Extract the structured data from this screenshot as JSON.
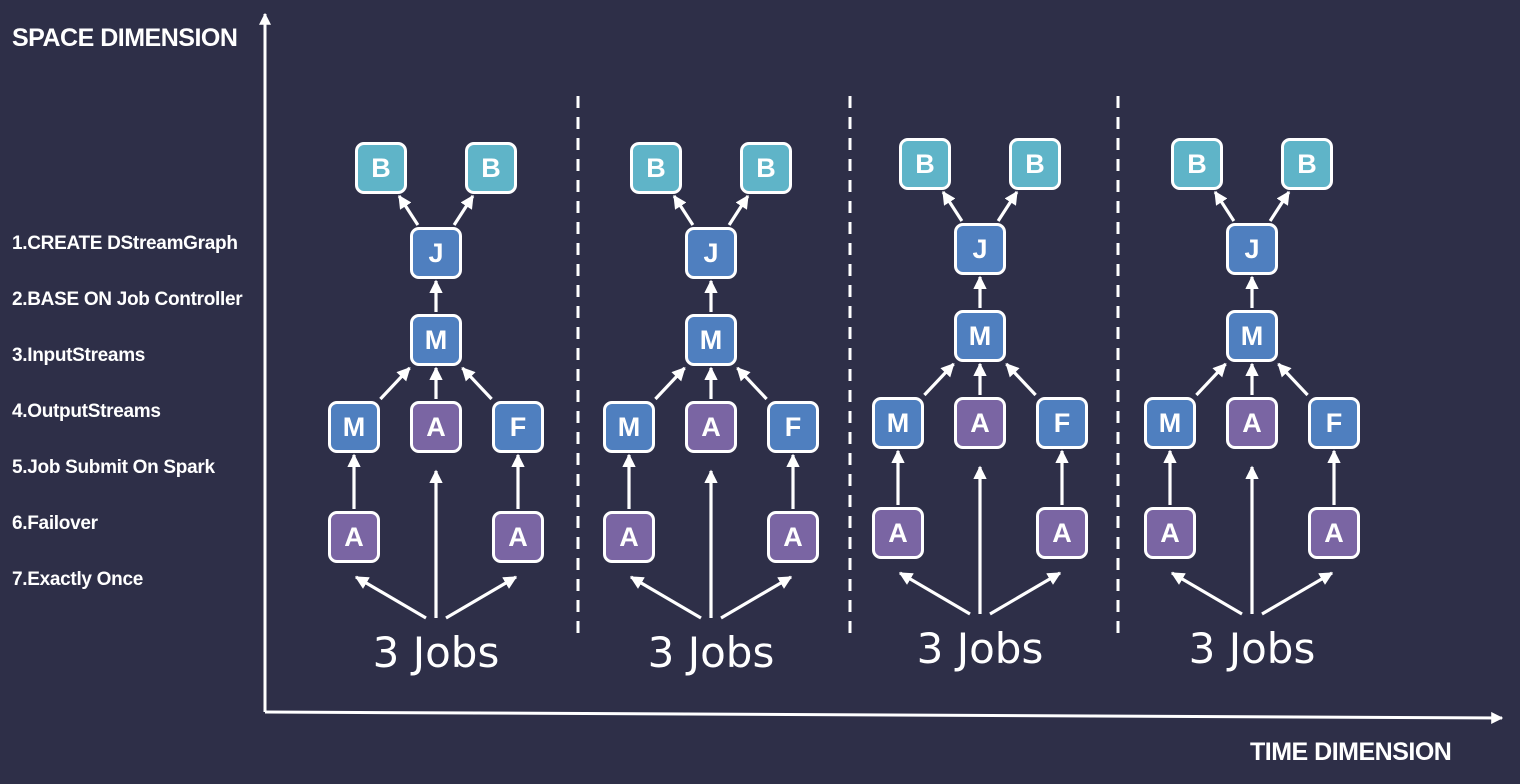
{
  "axes": {
    "space_label": "SPACE DIMENSION",
    "time_label": "TIME DIMENSION"
  },
  "steps": [
    "1.CREATE DStreamGraph",
    "2.BASE ON Job Controller",
    "3.InputStreams",
    "4.OutputStreams",
    "5.Job Submit On Spark",
    "6.Failover",
    "7.Exactly Once"
  ],
  "batches": [
    {
      "jobs_label": "3 Jobs"
    },
    {
      "jobs_label": "3 Jobs"
    },
    {
      "jobs_label": "3 Jobs"
    },
    {
      "jobs_label": "3 Jobs"
    }
  ],
  "node_template": [
    {
      "id": "b1",
      "letter": "B",
      "color": "teal"
    },
    {
      "id": "b2",
      "letter": "B",
      "color": "teal"
    },
    {
      "id": "j",
      "letter": "J",
      "color": "blue"
    },
    {
      "id": "m",
      "letter": "M",
      "color": "blue"
    },
    {
      "id": "m2",
      "letter": "M",
      "color": "blue"
    },
    {
      "id": "a2",
      "letter": "A",
      "color": "purple"
    },
    {
      "id": "f",
      "letter": "F",
      "color": "blue"
    },
    {
      "id": "a1",
      "letter": "A",
      "color": "purple"
    },
    {
      "id": "a3",
      "letter": "A",
      "color": "purple"
    }
  ],
  "edges": [
    [
      "j",
      "b1"
    ],
    [
      "j",
      "b2"
    ],
    [
      "m",
      "j"
    ],
    [
      "m2",
      "m"
    ],
    [
      "a2",
      "m"
    ],
    [
      "f",
      "m"
    ],
    [
      "a1",
      "m2"
    ],
    [
      "a3",
      "f"
    ]
  ],
  "colors": {
    "background": "#2e2f48",
    "teal": "#5fb4c8",
    "blue": "#4f7fbf",
    "purple": "#7a65a3",
    "line": "#ffffff"
  }
}
